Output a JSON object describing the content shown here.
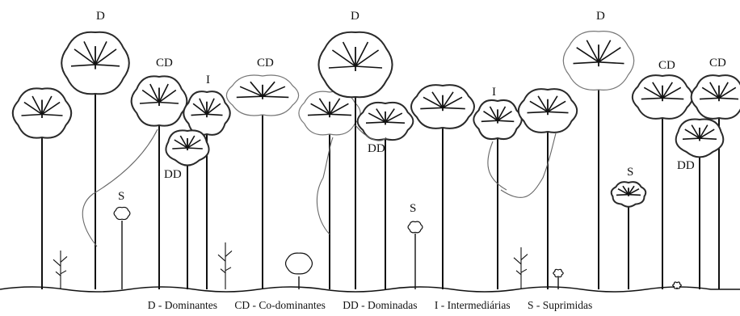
{
  "labels": {
    "d1": "D",
    "d2": "D",
    "d3": "D",
    "cd1": "CD",
    "cd2": "CD",
    "cd3": "CD",
    "cd4": "CD",
    "i1": "I",
    "i2": "I",
    "dd1": "DD",
    "dd2": "DD",
    "dd3": "DD",
    "s1": "S",
    "s2": "S",
    "s3": "S"
  },
  "legend": [
    "D - Dominantes",
    "CD - Co-dominantes",
    "DD - Dominadas",
    "I - Intermediárias",
    "S - Suprimidas"
  ],
  "colors": {
    "ink": "#111111",
    "canopy_outline": "#2a2a2a",
    "emergent_outline": "#777777",
    "vine": "#666666"
  }
}
